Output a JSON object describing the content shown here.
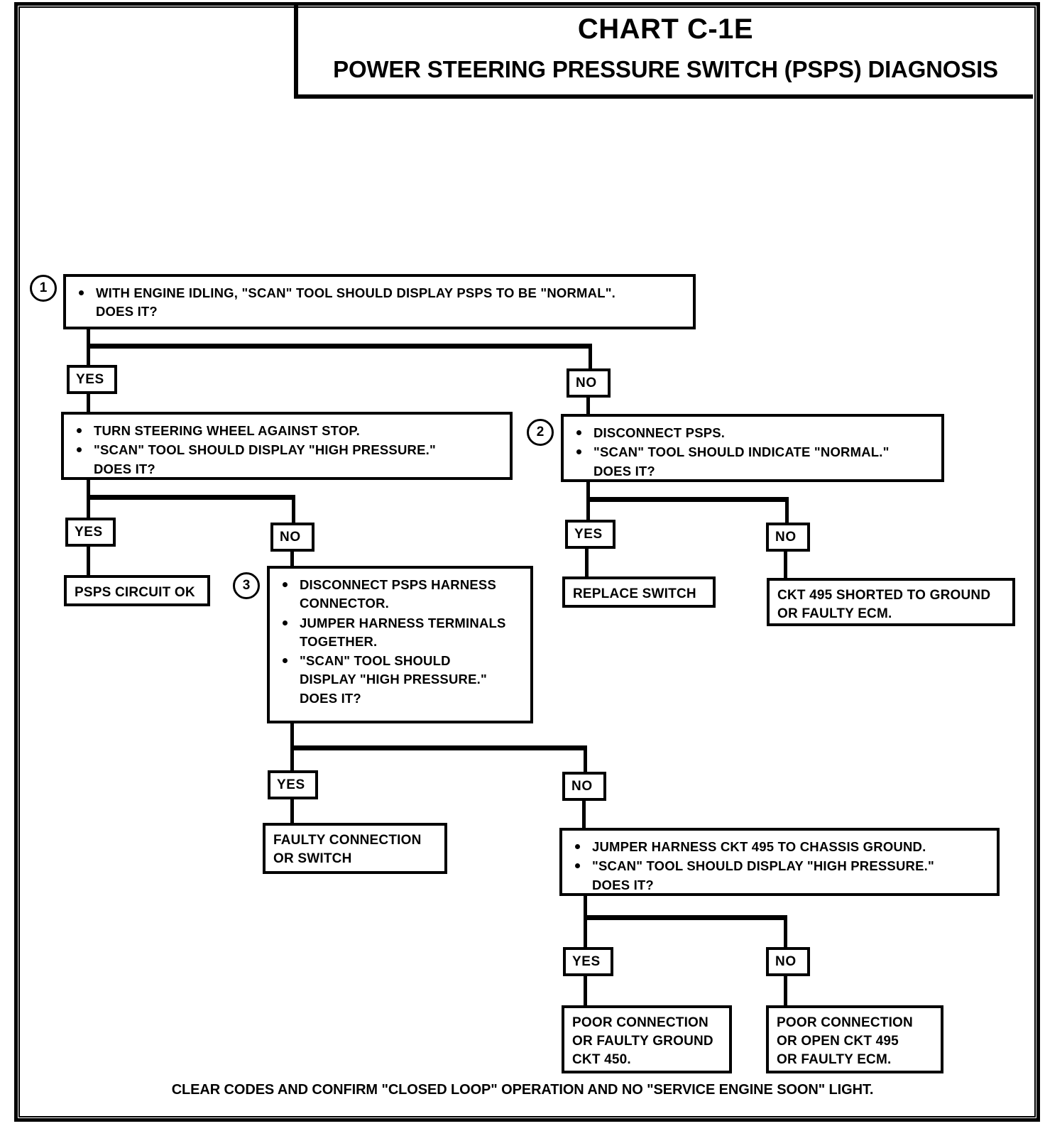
{
  "title": {
    "main": "CHART C-1E",
    "sub": "POWER STEERING PRESSURE SWITCH (PSPS) DIAGNOSIS"
  },
  "labels": {
    "yes": "YES",
    "no": "NO"
  },
  "markers": {
    "one": "1",
    "two": "2",
    "three": "3"
  },
  "steps": {
    "step1": {
      "marker": "1",
      "bullets": [
        "WITH ENGINE IDLING, \"SCAN\" TOOL SHOULD DISPLAY PSPS TO BE \"NORMAL\".\nDOES IT?"
      ]
    },
    "step_turn_wheel": {
      "bullets": [
        "TURN STEERING WHEEL AGAINST STOP.",
        "\"SCAN\" TOOL SHOULD DISPLAY \"HIGH PRESSURE.\"\nDOES IT?"
      ]
    },
    "step2": {
      "marker": "2",
      "bullets": [
        "DISCONNECT PSPS.",
        "\"SCAN\" TOOL SHOULD INDICATE \"NORMAL.\"\nDOES IT?"
      ]
    },
    "step3": {
      "marker": "3",
      "bullets": [
        "DISCONNECT PSPS  HARNESS\nCONNECTOR.",
        "JUMPER HARNESS TERMINALS\nTOGETHER.",
        "\"SCAN\" TOOL SHOULD\nDISPLAY \"HIGH PRESSURE.\"\nDOES IT?"
      ]
    },
    "step_jumper_ground": {
      "bullets": [
        "JUMPER HARNESS CKT 495 TO CHASSIS GROUND.",
        "\"SCAN\" TOOL SHOULD DISPLAY \"HIGH PRESSURE.\"\nDOES IT?"
      ]
    }
  },
  "results": {
    "psps_circuit_ok": "PSPS CIRCUIT OK",
    "replace_switch": "REPLACE SWITCH",
    "ckt495_shorted": "CKT 495  SHORTED TO GROUND\nOR FAULTY ECM.",
    "faulty_connection_or_switch": "FAULTY CONNECTION\nOR  SWITCH",
    "poor_connection_ground": "POOR CONNECTION\nOR FAULTY GROUND\nCKT  450.",
    "poor_connection_open": "POOR CONNECTION\nOR OPEN CKT 495\nOR FAULTY ECM."
  },
  "footer": "CLEAR CODES AND CONFIRM  \"CLOSED LOOP\" OPERATION AND NO \"SERVICE ENGINE SOON\" LIGHT.",
  "colors": {
    "ink": "#000000",
    "paper": "#ffffff"
  }
}
